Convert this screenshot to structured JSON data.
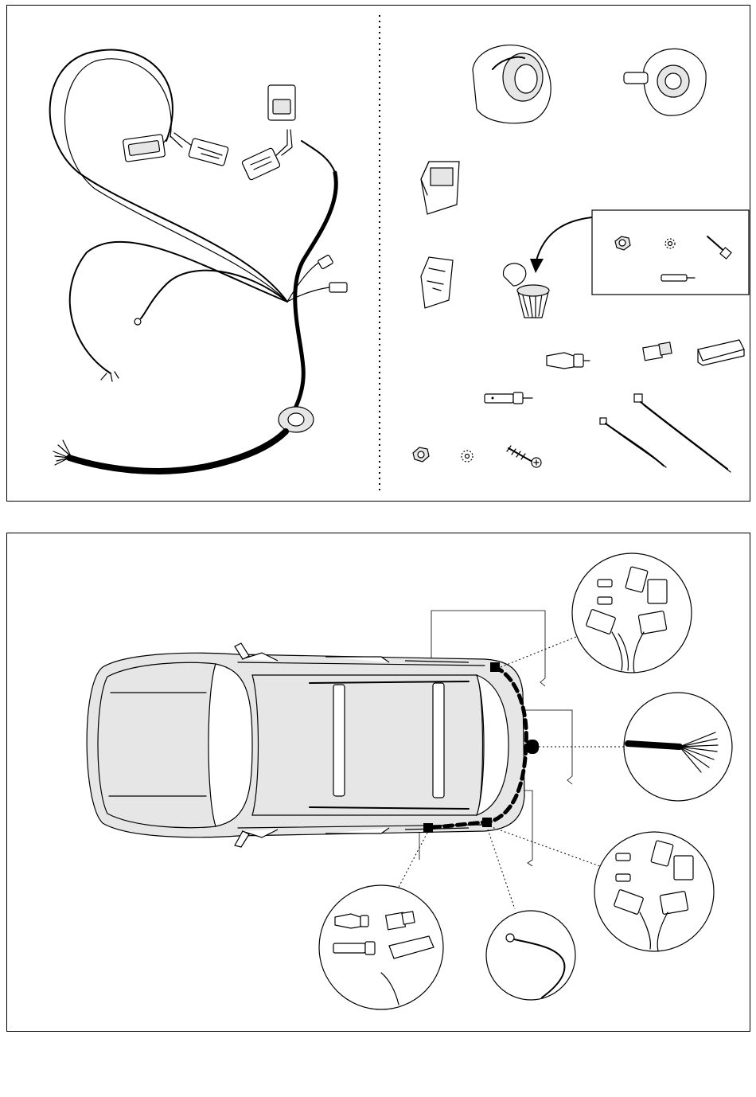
{
  "document": {
    "type": "wiring-kit-installation-diagram",
    "panels": [
      {
        "id": "kit-contents",
        "left_section": "wiring-harness",
        "right_section": "kit-parts",
        "parts": [
          "trailer-socket-cover",
          "trailer-socket",
          "relay-housing",
          "relay-bracket",
          "cable-grommet",
          "nut",
          "lock-washer",
          "bolt",
          "spade-connector",
          "bullet-connector",
          "connector-housing",
          "cable-tie-small",
          "cable-tie-large",
          "screw"
        ]
      },
      {
        "id": "vehicle-routing",
        "view": "top-view",
        "details": [
          "left-light-connectors",
          "rear-wire-bundle",
          "right-light-connectors",
          "splice-connectors",
          "ground-eyelet"
        ]
      }
    ],
    "colors": {
      "line": "#000000",
      "body_fill": "#e6e6e6",
      "background": "#ffffff"
    }
  }
}
